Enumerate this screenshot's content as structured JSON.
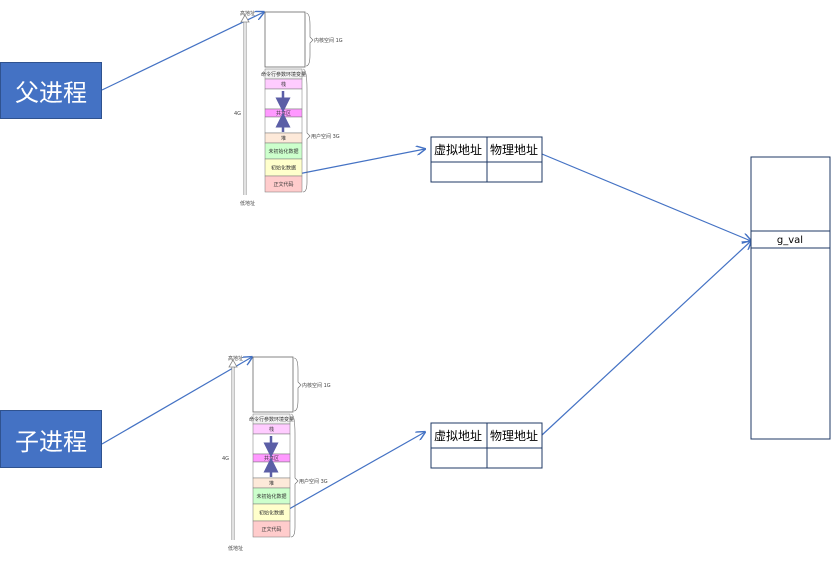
{
  "processes": {
    "parent": {
      "label": "父进程"
    },
    "child": {
      "label": "子进程"
    }
  },
  "address_space": {
    "high_addr": "高地址",
    "low_addr": "低地址",
    "total": "4G",
    "kernel_space": "内核空间 1G",
    "user_space": "用户空间 3G",
    "segments": [
      {
        "label": "命令行参数环境变量",
        "color": "#f2f2f2"
      },
      {
        "label": "栈",
        "color": "#ffccff"
      },
      {
        "label": "",
        "color": "#ffffff"
      },
      {
        "label": "共享区",
        "color": "#ff99ff"
      },
      {
        "label": "",
        "color": "#ffffff"
      },
      {
        "label": "堆",
        "color": "#fde9d9"
      },
      {
        "label": "未初始化数据",
        "color": "#ccffcc"
      },
      {
        "label": "初始化数据",
        "color": "#ffffcc"
      },
      {
        "label": "正文代码",
        "color": "#ffcccc"
      }
    ]
  },
  "page_table": {
    "col_virtual": "虚拟地址",
    "col_physical": "物理地址"
  },
  "physical_memory": {
    "variable": "g_val"
  },
  "colors": {
    "accent": "#4472c4",
    "table_border": "#1f3864"
  }
}
